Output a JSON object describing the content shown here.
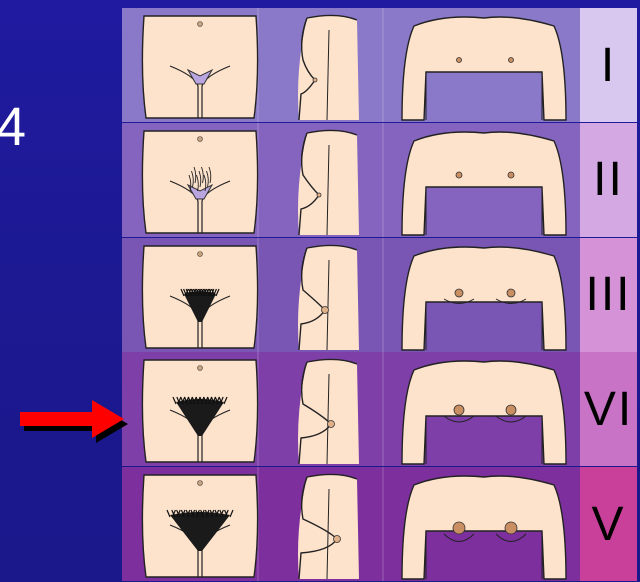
{
  "stray_char": "4",
  "stages": [
    {
      "label": "I"
    },
    {
      "label": "II"
    },
    {
      "label": "III"
    },
    {
      "label": "VI"
    },
    {
      "label": "V"
    }
  ],
  "colors": {
    "row_bg": [
      "#8a78c8",
      "#8464bf",
      "#7a56b4",
      "#7e3fa8",
      "#7c2f9d"
    ],
    "label_bg": [
      "#d8c8ef",
      "#d4a8e3",
      "#d592d6",
      "#c873c6",
      "#c8409a"
    ],
    "skin": "#fde2cc",
    "arrow": "#ff0000"
  },
  "indicator": {
    "icon": "red-arrow-icon",
    "points_to_stage_index": 3
  }
}
